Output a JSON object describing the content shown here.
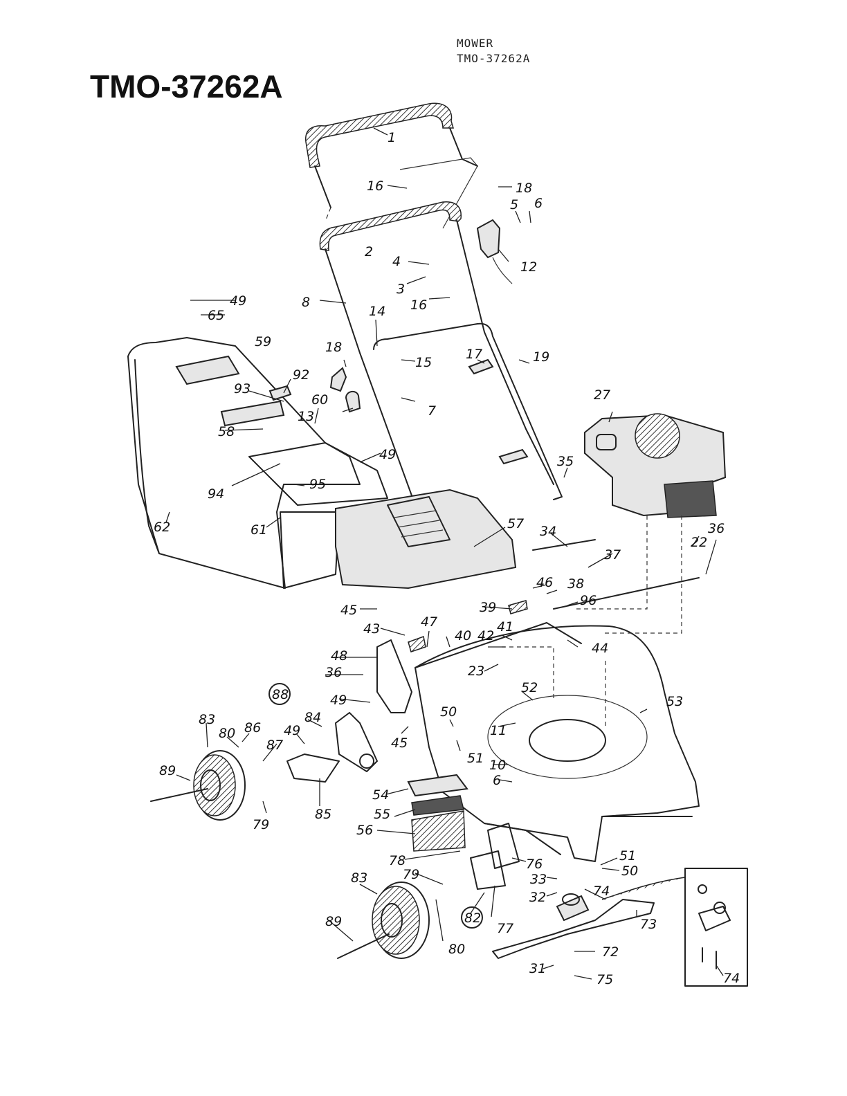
{
  "header": {
    "line1": "MOWER",
    "line2": "TMO-37262A"
  },
  "title": "TMO-37262A",
  "callouts": [
    {
      "id": "c1",
      "text": "1"
    },
    {
      "id": "c16a",
      "text": "16"
    },
    {
      "id": "c2",
      "text": "2"
    },
    {
      "id": "c5",
      "text": "5"
    },
    {
      "id": "c6a",
      "text": "6"
    },
    {
      "id": "c4",
      "text": "4"
    },
    {
      "id": "c12",
      "text": "12"
    },
    {
      "id": "c3",
      "text": "3"
    },
    {
      "id": "c16b",
      "text": "16"
    },
    {
      "id": "c8",
      "text": "8"
    },
    {
      "id": "c49a",
      "text": "49"
    },
    {
      "id": "c65",
      "text": "65"
    },
    {
      "id": "c14",
      "text": "14"
    },
    {
      "id": "c18a",
      "text": "18"
    },
    {
      "id": "c59",
      "text": "59"
    },
    {
      "id": "c18b",
      "text": "18"
    },
    {
      "id": "c15",
      "text": "15"
    },
    {
      "id": "c17",
      "text": "17"
    },
    {
      "id": "c19",
      "text": "19"
    },
    {
      "id": "c92",
      "text": "92"
    },
    {
      "id": "c93",
      "text": "93"
    },
    {
      "id": "c7",
      "text": "7"
    },
    {
      "id": "c60",
      "text": "60"
    },
    {
      "id": "c13",
      "text": "13"
    },
    {
      "id": "c27",
      "text": "27"
    },
    {
      "id": "c58",
      "text": "58"
    },
    {
      "id": "c49b",
      "text": "49"
    },
    {
      "id": "c35",
      "text": "35"
    },
    {
      "id": "c94",
      "text": "94"
    },
    {
      "id": "c95",
      "text": "95"
    },
    {
      "id": "c57",
      "text": "57"
    },
    {
      "id": "c62",
      "text": "62"
    },
    {
      "id": "c61",
      "text": "61"
    },
    {
      "id": "c22",
      "text": "22"
    },
    {
      "id": "c36a",
      "text": "36"
    },
    {
      "id": "c34",
      "text": "34"
    },
    {
      "id": "c37",
      "text": "37"
    },
    {
      "id": "c46",
      "text": "46"
    },
    {
      "id": "c38",
      "text": "38"
    },
    {
      "id": "c39",
      "text": "39"
    },
    {
      "id": "c96",
      "text": "96"
    },
    {
      "id": "c45a",
      "text": "45"
    },
    {
      "id": "c47",
      "text": "47"
    },
    {
      "id": "c43",
      "text": "43"
    },
    {
      "id": "c40",
      "text": "40"
    },
    {
      "id": "c42",
      "text": "42"
    },
    {
      "id": "c41",
      "text": "41"
    },
    {
      "id": "c44",
      "text": "44"
    },
    {
      "id": "c48",
      "text": "48"
    },
    {
      "id": "c36b",
      "text": "36"
    },
    {
      "id": "c23",
      "text": "23"
    },
    {
      "id": "c88",
      "text": "88"
    },
    {
      "id": "c49c",
      "text": "49"
    },
    {
      "id": "c52",
      "text": "52"
    },
    {
      "id": "c53",
      "text": "53"
    },
    {
      "id": "c83a",
      "text": "83"
    },
    {
      "id": "c84",
      "text": "84"
    },
    {
      "id": "c50a",
      "text": "50"
    },
    {
      "id": "c80a",
      "text": "80"
    },
    {
      "id": "c86",
      "text": "86"
    },
    {
      "id": "c49d",
      "text": "49"
    },
    {
      "id": "c11",
      "text": "11"
    },
    {
      "id": "c87",
      "text": "87"
    },
    {
      "id": "c45b",
      "text": "45"
    },
    {
      "id": "c51a",
      "text": "51"
    },
    {
      "id": "c89a",
      "text": "89"
    },
    {
      "id": "c10",
      "text": "10"
    },
    {
      "id": "c6b",
      "text": "6"
    },
    {
      "id": "c54",
      "text": "54"
    },
    {
      "id": "c79a",
      "text": "79"
    },
    {
      "id": "c85",
      "text": "85"
    },
    {
      "id": "c55",
      "text": "55"
    },
    {
      "id": "c56",
      "text": "56"
    },
    {
      "id": "c51b",
      "text": "51"
    },
    {
      "id": "c78",
      "text": "78"
    },
    {
      "id": "c76",
      "text": "76"
    },
    {
      "id": "c50b",
      "text": "50"
    },
    {
      "id": "c79b",
      "text": "79"
    },
    {
      "id": "c33",
      "text": "33"
    },
    {
      "id": "c83b",
      "text": "83"
    },
    {
      "id": "c74a",
      "text": "74"
    },
    {
      "id": "c32",
      "text": "32"
    },
    {
      "id": "c82",
      "text": "82"
    },
    {
      "id": "c73",
      "text": "73"
    },
    {
      "id": "c89b",
      "text": "89"
    },
    {
      "id": "c77",
      "text": "77"
    },
    {
      "id": "c80b",
      "text": "80"
    },
    {
      "id": "c72",
      "text": "72"
    },
    {
      "id": "c31",
      "text": "31"
    },
    {
      "id": "c75",
      "text": "75"
    },
    {
      "id": "c74b",
      "text": "74"
    }
  ]
}
